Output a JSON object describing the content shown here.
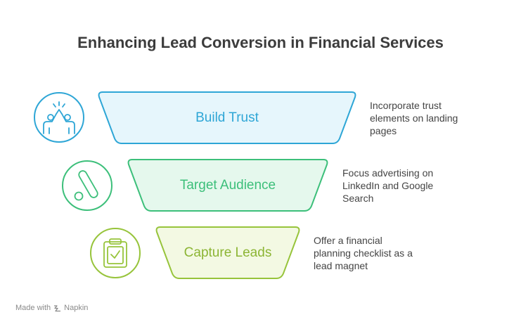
{
  "title": "Enhancing Lead Conversion in Financial Services",
  "levels": [
    {
      "label": "Build Trust",
      "description": "Incorporate trust\nelements on landing\npages",
      "icon": "high-five-icon",
      "stroke": "#2ea6d6",
      "fill": "#e6f6fc",
      "text_color": "#2ea6d6"
    },
    {
      "label": "Target Audience",
      "description": "Focus advertising on\nLinkedIn and Google\nSearch",
      "icon": "google-ads-icon",
      "stroke": "#3cbf7a",
      "fill": "#e5f8ed",
      "text_color": "#3cbf7a"
    },
    {
      "label": "Capture Leads",
      "description": "Offer a financial\nplanning checklist as a\nlead magnet",
      "icon": "clipboard-check-icon",
      "stroke": "#97c43b",
      "fill": "#f3f9e3",
      "text_color": "#8cb534"
    }
  ],
  "footer": {
    "made_with": "Made with",
    "brand": "Napkin",
    "icon": "napkin-logo-icon"
  }
}
